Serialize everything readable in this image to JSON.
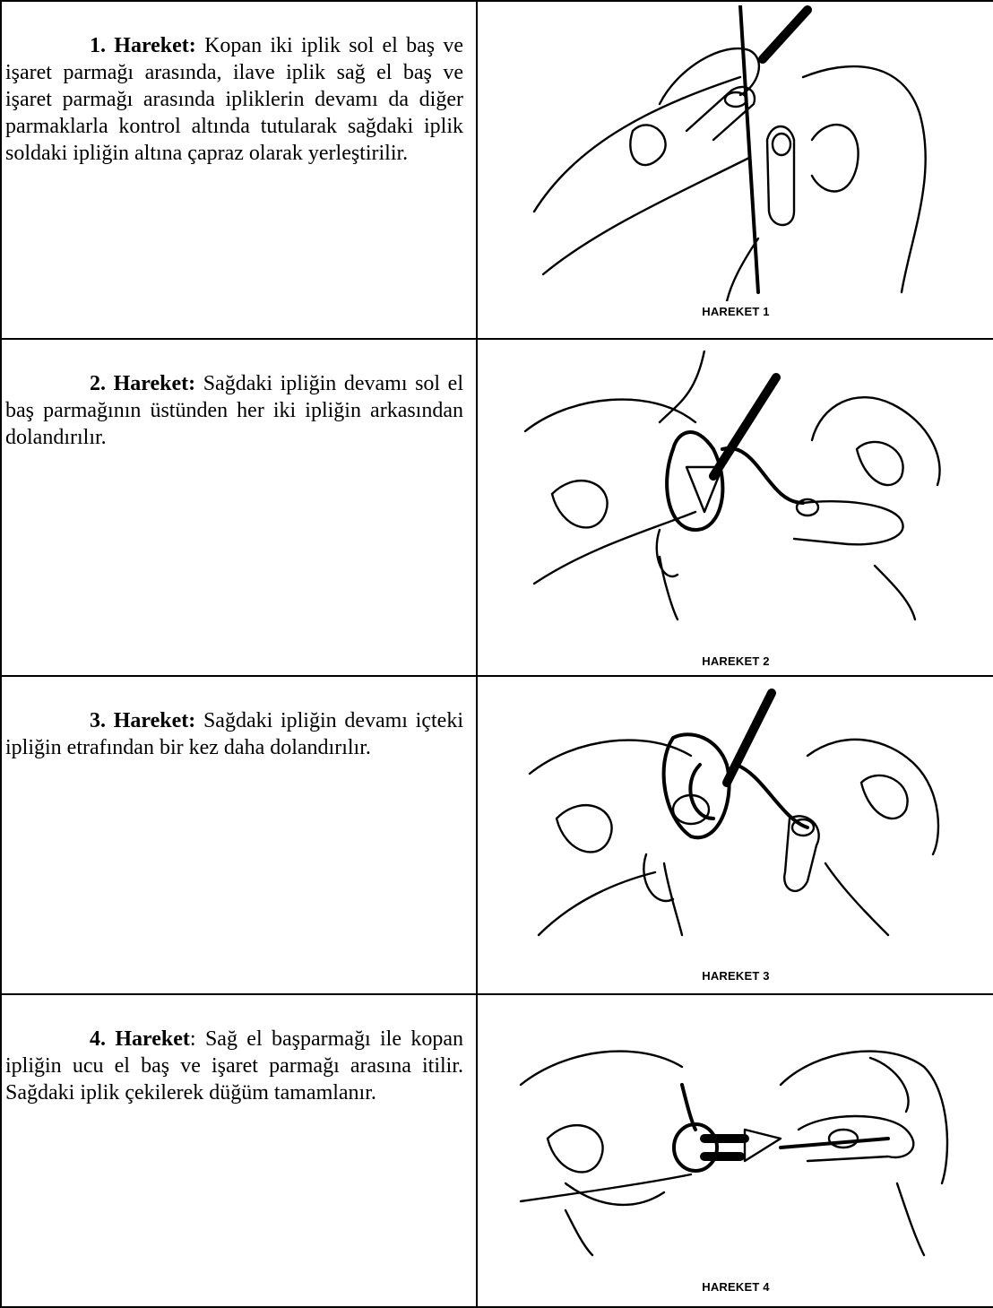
{
  "steps": [
    {
      "title": "1. Hareket:",
      "text": "Kopan iki iplik sol el baş ve işaret parmağı arasında, ilave iplik sağ el baş ve işaret parmağı arasında ipliklerin devamı da diğer parmaklarla kontrol altında tutularak sağdaki iplik soldaki ipliğin altına çapraz olarak yerleştirilir.",
      "caption": "HAREKET 1"
    },
    {
      "title": "2. Hareket:",
      "text": "Sağdaki ipliğin devamı sol el baş parmağının üstünden her iki ipliğin arkasından dolandırılır.",
      "caption": "HAREKET 2"
    },
    {
      "title": "3. Hareket:",
      "text": "Sağdaki ipliğin devamı içteki ipliğin etrafından bir kez daha dolandırılır.",
      "caption": "HAREKET 3"
    },
    {
      "title": "4. Hareket",
      "text": ": Sağ el başparmağı ile kopan ipliğin ucu el baş ve işaret parmağı arasına itilir. Sağdaki iplik çekilerek düğüm tamamlanır.",
      "caption": "HAREKET 4"
    }
  ]
}
